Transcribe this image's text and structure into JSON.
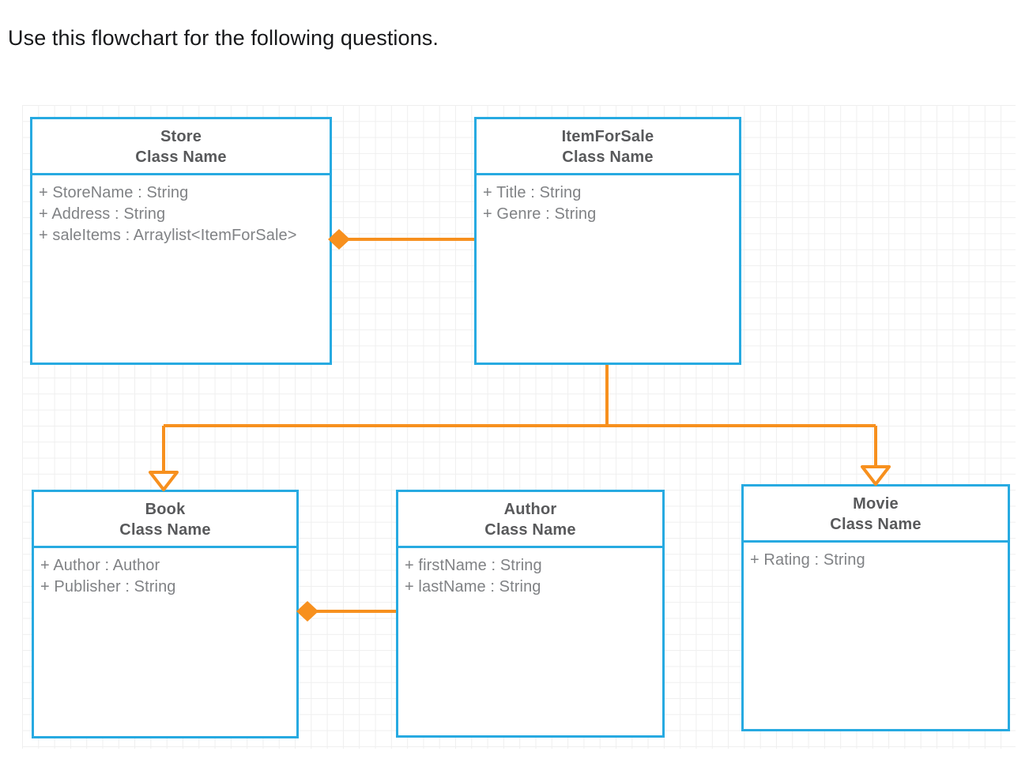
{
  "heading": "Use this flowchart for the following questions.",
  "colors": {
    "box_border": "#27aae1",
    "connector": "#f7901e",
    "class_name_text": "#58595b",
    "attribute_text": "#808285",
    "grid_line": "#efefef",
    "heading_text": "#17181a"
  },
  "diagram": {
    "type": "uml-class-diagram",
    "subtitle_label": "Class Name",
    "classes": [
      {
        "id": "store",
        "name": "Store",
        "subtitle": "Class Name",
        "attributes": [
          "+ StoreName : String",
          "+ Address : String",
          "+ saleItems : Arraylist<ItemForSale>"
        ]
      },
      {
        "id": "itemforsale",
        "name": "ItemForSale",
        "subtitle": "Class Name",
        "attributes": [
          "+ Title : String",
          "+ Genre : String"
        ]
      },
      {
        "id": "book",
        "name": "Book",
        "subtitle": "Class Name",
        "attributes": [
          "+ Author : Author",
          "+ Publisher : String"
        ]
      },
      {
        "id": "author",
        "name": "Author",
        "subtitle": "Class Name",
        "attributes": [
          "+ firstName : String",
          "+ lastName : String"
        ]
      },
      {
        "id": "movie",
        "name": "Movie",
        "subtitle": "Class Name",
        "attributes": [
          "+ Rating : String"
        ]
      }
    ],
    "relationships": [
      {
        "id": "store-itemforsale",
        "kind": "composition",
        "from": "store",
        "to": "itemforsale",
        "marker": "filled-diamond"
      },
      {
        "id": "book-author",
        "kind": "composition",
        "from": "book",
        "to": "author",
        "marker": "filled-diamond"
      },
      {
        "id": "book-itemforsale",
        "kind": "generalization",
        "from": "book",
        "to": "itemforsale",
        "marker": "hollow-triangle"
      },
      {
        "id": "movie-itemforsale",
        "kind": "generalization",
        "from": "movie",
        "to": "itemforsale",
        "marker": "hollow-triangle"
      }
    ]
  }
}
